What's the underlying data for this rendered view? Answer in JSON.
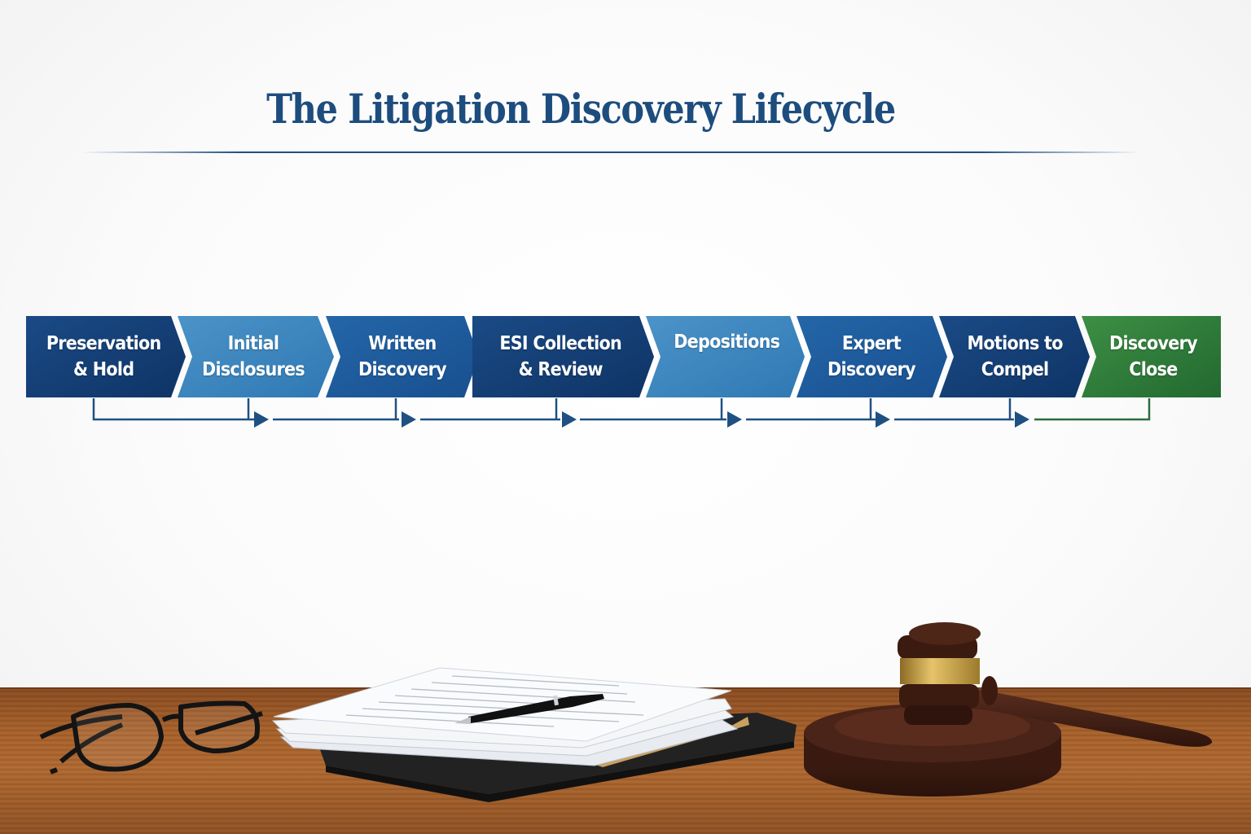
{
  "title": "The Litigation Discovery Lifecycle",
  "colors": {
    "title": "#1d4d7e",
    "dark_blue": "#163f73",
    "mid_blue": "#1d5a9a",
    "light_blue": "#3b86bd",
    "green": "#2e7d3a",
    "connector_blue": "#1f5082",
    "connector_green": "#2e6b3c"
  },
  "stages": [
    {
      "label": "Preservation\n& Hold",
      "color": "dark_blue"
    },
    {
      "label": "Initial\nDisclosures",
      "color": "light_blue"
    },
    {
      "label": "Written\nDiscovery",
      "color": "mid_blue"
    },
    {
      "label": "ESI Collection\n& Review",
      "color": "dark_blue"
    },
    {
      "label": "Depositions",
      "color": "light_blue"
    },
    {
      "label": "Expert\nDiscovery",
      "color": "mid_blue"
    },
    {
      "label": "Motions to\nCompel",
      "color": "dark_blue"
    },
    {
      "label": "Discovery\nClose",
      "color": "green"
    }
  ],
  "scene": {
    "items": [
      "eyeglasses",
      "document-stack",
      "pen",
      "black-folder",
      "manila-folder",
      "gavel",
      "sound-block",
      "wooden-desk"
    ]
  }
}
